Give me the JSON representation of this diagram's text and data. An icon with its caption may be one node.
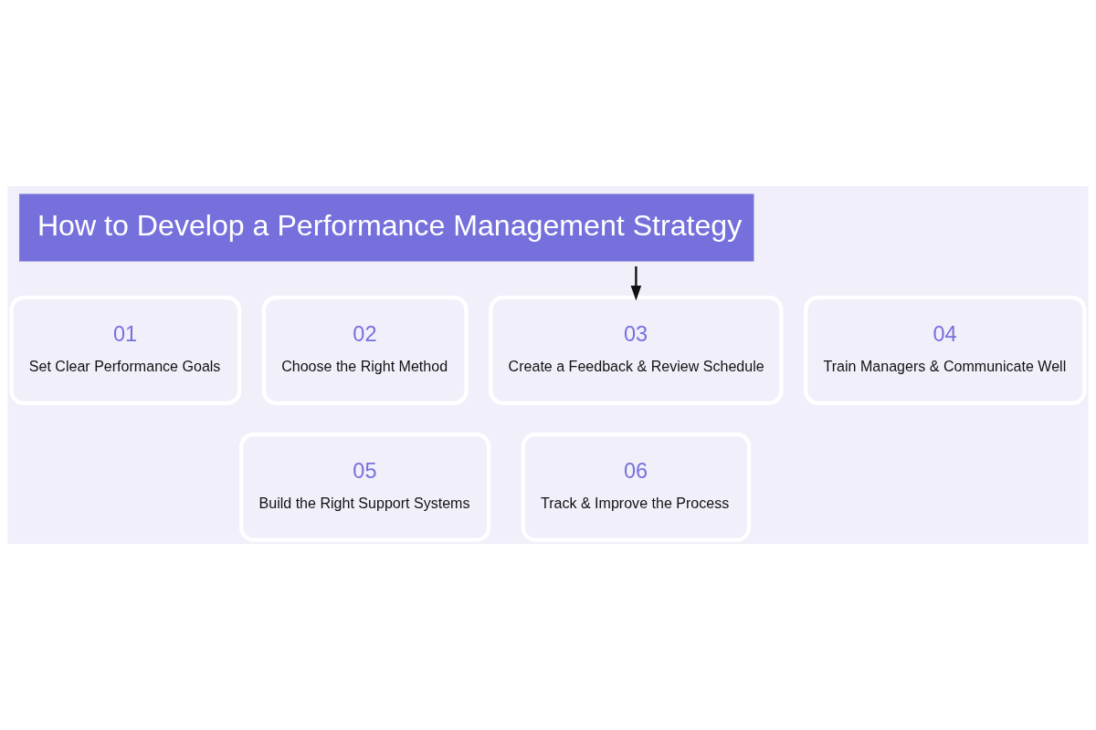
{
  "diagram": {
    "title": "How to Develop a Performance Management Strategy",
    "nodes": [
      {
        "text": [
          "01",
          "Set Clear Performance Goals"
        ]
      },
      {
        "text": [
          "02",
          "Choose the Right Method"
        ]
      },
      {
        "text": [
          "03",
          "Create a Feedback & Review Schedule"
        ]
      },
      {
        "text": [
          "04",
          "Train Managers & Communicate Well"
        ]
      },
      {
        "text": [
          "05",
          "Build the Right Support Systems"
        ]
      },
      {
        "text": [
          "06",
          "Track & Improve the Process"
        ]
      }
    ],
    "edges": [
      {
        "from": null,
        "to": 2,
        "arrow": "to"
      }
    ]
  }
}
